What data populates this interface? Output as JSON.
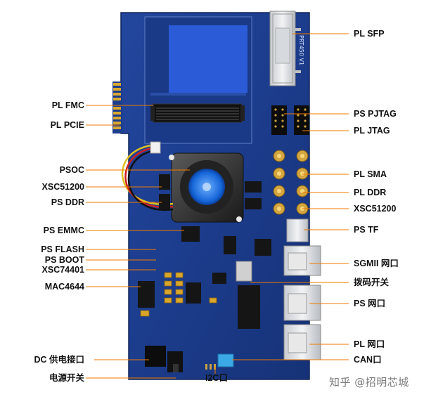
{
  "labels_left": [
    "PL FMC",
    "PL PCIE",
    "PSOC",
    "XSC51200",
    "PS DDR",
    "PS EMMC",
    "PS FLASH",
    "PS BOOT",
    "XSC74401",
    "MAC4644",
    "DC 供电接口",
    "电源开关"
  ],
  "labels_right": [
    "PL SFP",
    "PS PJTAG",
    "PL JTAG",
    "PL SMA",
    "PL DDR",
    "XSC51200",
    "PS TF",
    "SGMII 网口",
    "拨码开关",
    "PS 网口",
    "PL 网口",
    "CAN口",
    "I2C口"
  ],
  "board_silkscreen": "PRT450 V1",
  "watermark": "知乎 @招明芯城",
  "colors": {
    "board": "#1c3c8c",
    "board_dark": "#132a66",
    "leader_line": "#f07a00",
    "label_text": "#111111"
  }
}
